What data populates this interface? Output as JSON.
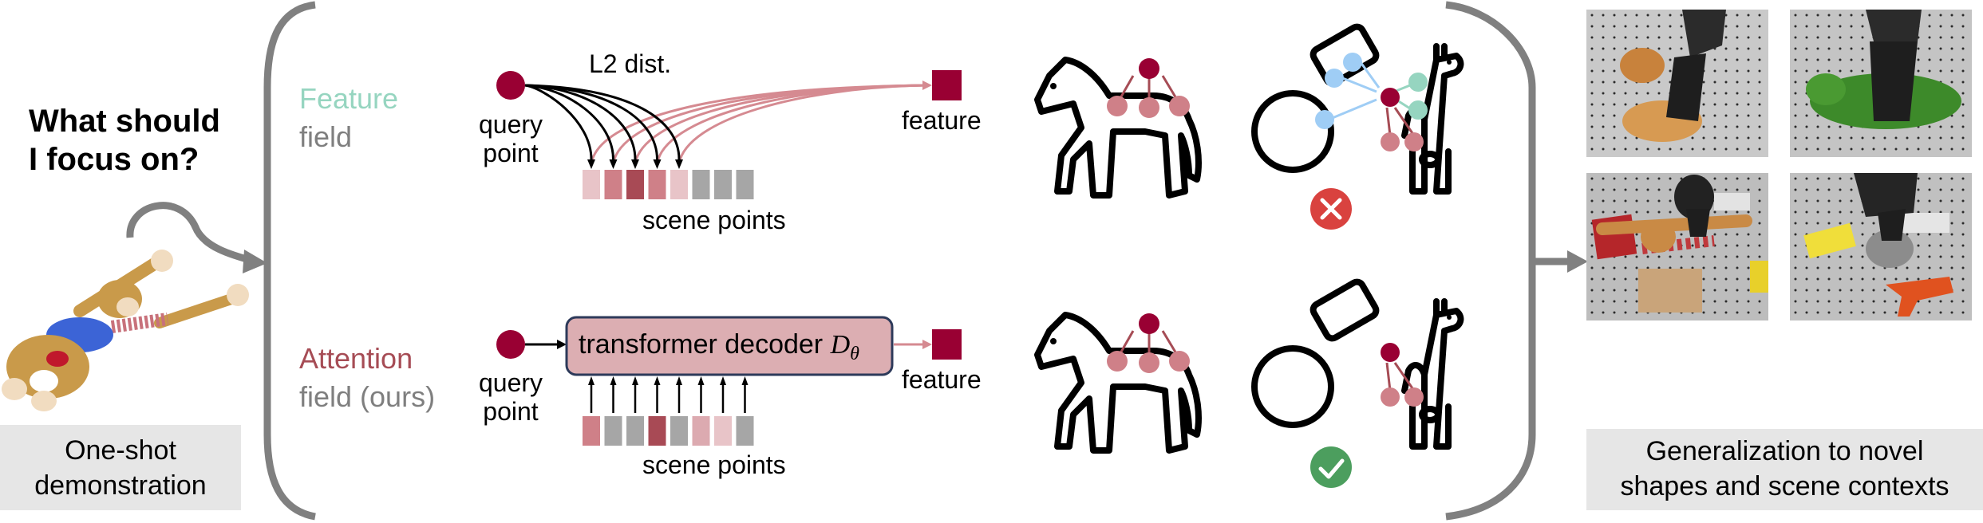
{
  "left": {
    "question_line1": "What should",
    "question_line2": "I focus on?",
    "caption_line1": "One-shot",
    "caption_line2": "demonstration"
  },
  "feature_row": {
    "title_word1": "Feature",
    "title_word2": "field",
    "edge_label": "L2 dist.",
    "query_label_line1": "query",
    "query_label_line2": "point",
    "output_label": "feature",
    "scene_label": "scene points",
    "scene_point_colors": [
      "#e8c4c8",
      "#cf8088",
      "#a84a55",
      "#cf8088",
      "#e8c4c8",
      "#a6a6a6",
      "#a6a6a6",
      "#a6a6a6"
    ],
    "result": "failure"
  },
  "attention_row": {
    "title_word1": "Attention",
    "title_word2": "field (ours)",
    "decoder_label": "transformer decoder",
    "decoder_symbol": "D",
    "decoder_subscript": "θ",
    "query_label_line1": "query",
    "query_label_line2": "point",
    "output_label": "feature",
    "scene_label": "scene points",
    "scene_point_colors": [
      "#cf8088",
      "#a6a6a6",
      "#a6a6a6",
      "#a84a55",
      "#a6a6a6",
      "#dcaab0",
      "#e8c4c8",
      "#a6a6a6"
    ],
    "result": "success"
  },
  "icons": {
    "failure": "x-circle-icon",
    "success": "check-circle-icon"
  },
  "right": {
    "caption_line1": "Generalization to novel",
    "caption_line2": "shapes and scene contexts",
    "photos": [
      {
        "subject": "robot hand grasping stuffed giraffe"
      },
      {
        "subject": "robot hand grasping stuffed green triceratops"
      },
      {
        "subject": "robot hand grasping stuffed monkey among boxes"
      },
      {
        "subject": "robot hand grasping grey plush among box and drill"
      }
    ]
  },
  "colors": {
    "accent_dark_red": "#990033",
    "pink_node": "#cf8088",
    "blue_node": "#9fcdf5",
    "teal_node": "#96d5c0",
    "bracket_grey": "#808080",
    "decoder_fill": "#dcaeb2",
    "decoder_border": "#2d3a5a",
    "fail_red": "#d9423f",
    "success_green": "#4c9e5e"
  }
}
